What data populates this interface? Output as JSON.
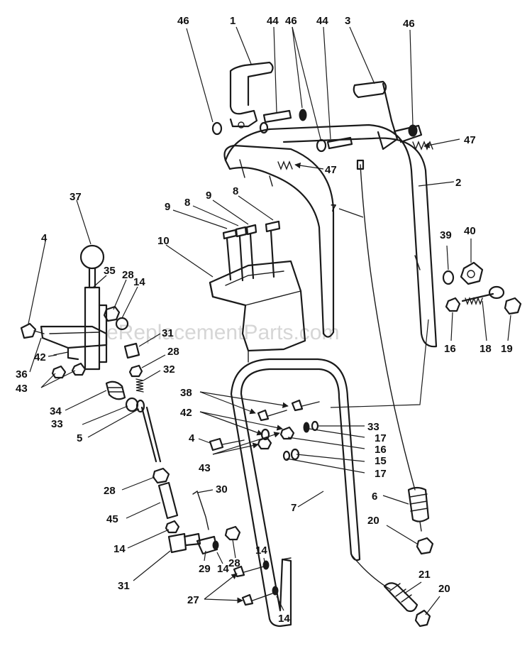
{
  "watermark": "eReplacementParts.com",
  "callouts": [
    "46",
    "1",
    "44",
    "46",
    "44",
    "3",
    "46",
    "47",
    "47",
    "2",
    "7",
    "8",
    "9",
    "8",
    "9",
    "37",
    "10",
    "4",
    "35",
    "28",
    "14",
    "39",
    "40",
    "31",
    "28",
    "32",
    "42",
    "36",
    "43",
    "34",
    "33",
    "5",
    "16",
    "18",
    "19",
    "38",
    "42",
    "4",
    "43",
    "33",
    "17",
    "16",
    "15",
    "17",
    "28",
    "45",
    "30",
    "6",
    "7",
    "20",
    "14",
    "31",
    "29",
    "14",
    "28",
    "14",
    "27",
    "14",
    "21",
    "20"
  ]
}
